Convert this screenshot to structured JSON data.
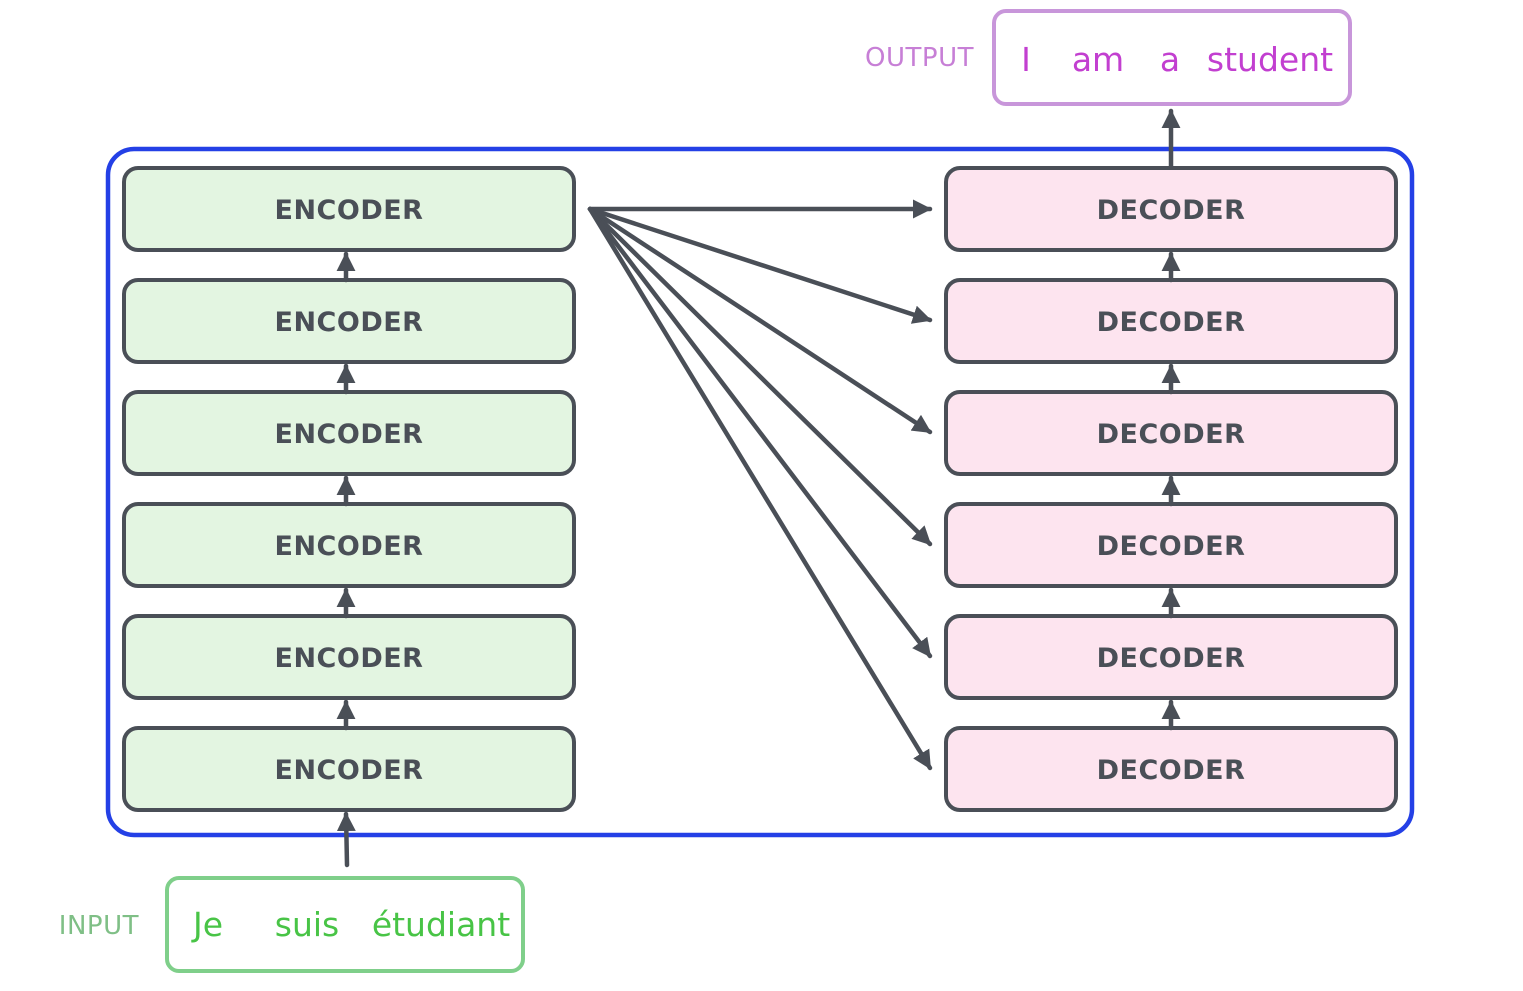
{
  "input": {
    "label": "INPUT",
    "words": [
      "Je",
      "suis",
      "étudiant"
    ]
  },
  "output": {
    "label": "OUTPUT",
    "words": [
      "I",
      "am",
      "a",
      "student"
    ]
  },
  "encoders": [
    "ENCODER",
    "ENCODER",
    "ENCODER",
    "ENCODER",
    "ENCODER",
    "ENCODER"
  ],
  "decoders": [
    "DECODER",
    "DECODER",
    "DECODER",
    "DECODER",
    "DECODER",
    "DECODER"
  ],
  "colors": {
    "container": "#2440e6",
    "encoder_fill": "#e3f5e1",
    "decoder_fill": "#fde4ef",
    "block_stroke": "#4a4f57",
    "arrow": "#4a4f57",
    "input_text": "#48c446",
    "input_label": "#7fbf86",
    "input_border": "#7fcf8a",
    "output_text": "#c23fd0",
    "output_label": "#c77fd6",
    "output_border": "#c896da"
  }
}
